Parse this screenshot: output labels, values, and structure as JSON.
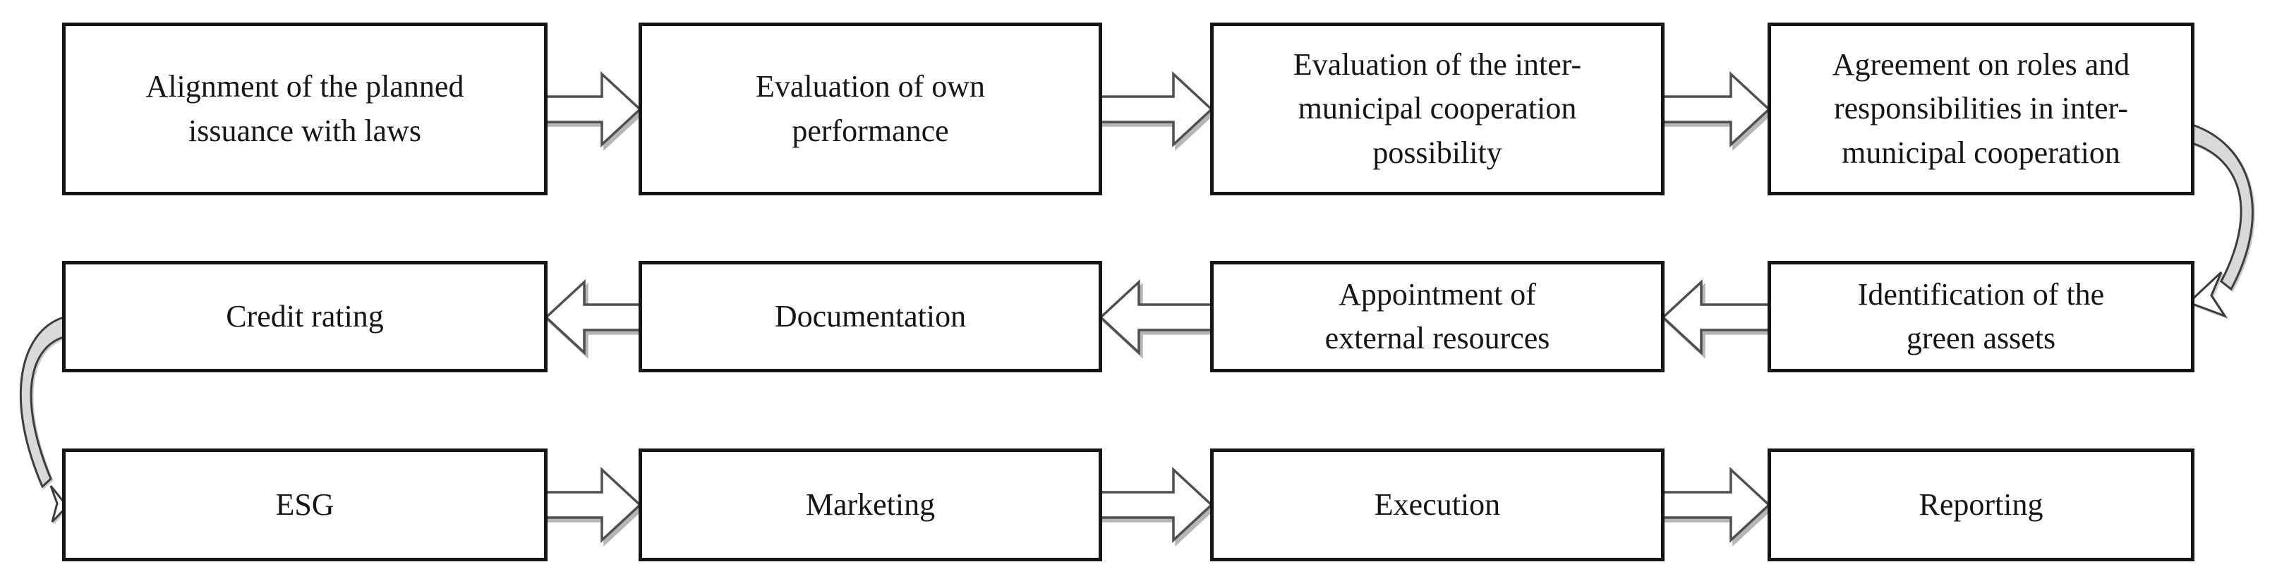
{
  "flowchart": {
    "description": "Green bond issuance process flowchart, serpentine flow across three rows",
    "rows": [
      {
        "direction": "right",
        "boxes": [
          {
            "label": "Alignment of the planned issuance with laws"
          },
          {
            "label": "Evaluation of own performance"
          },
          {
            "label": "Evaluation of the inter-municipal cooperation possibility"
          },
          {
            "label": "Agreement on roles and responsibilities in inter-municipal cooperation"
          }
        ]
      },
      {
        "direction": "left",
        "boxes": [
          {
            "label": "Credit rating"
          },
          {
            "label": "Documentation"
          },
          {
            "label": "Appointment of external resources"
          },
          {
            "label": "Identification of the green assets"
          }
        ]
      },
      {
        "direction": "right",
        "boxes": [
          {
            "label": "ESG"
          },
          {
            "label": "Marketing"
          },
          {
            "label": "Execution"
          },
          {
            "label": "Reporting"
          }
        ]
      }
    ],
    "flow_order": [
      "Alignment of the planned issuance with laws",
      "Evaluation of own performance",
      "Evaluation of the inter-municipal cooperation possibility",
      "Agreement on roles and responsibilities in inter-municipal cooperation",
      "Identification of the green assets",
      "Appointment of external resources",
      "Documentation",
      "Credit rating",
      "ESG",
      "Marketing",
      "Execution",
      "Reporting"
    ],
    "curved_connectors": [
      {
        "from": "Agreement on roles and responsibilities in inter-municipal cooperation",
        "to": "Identification of the green assets",
        "side": "right",
        "shape": "curved-down"
      },
      {
        "from": "Credit rating",
        "to": "ESG",
        "side": "left",
        "shape": "curved-down"
      }
    ],
    "colors": {
      "background": "#ffffff",
      "box_fill": "#ffffff",
      "box_border": "#161616",
      "text": "#161616",
      "arrow_fill": "#ffffff",
      "arrow_outline": "#4f4f4f",
      "arrow_shadow": "#b6b6b6",
      "curved_arrow_fill": "#d9d9d9",
      "curved_arrow_outline": "#3d3d3d"
    }
  }
}
